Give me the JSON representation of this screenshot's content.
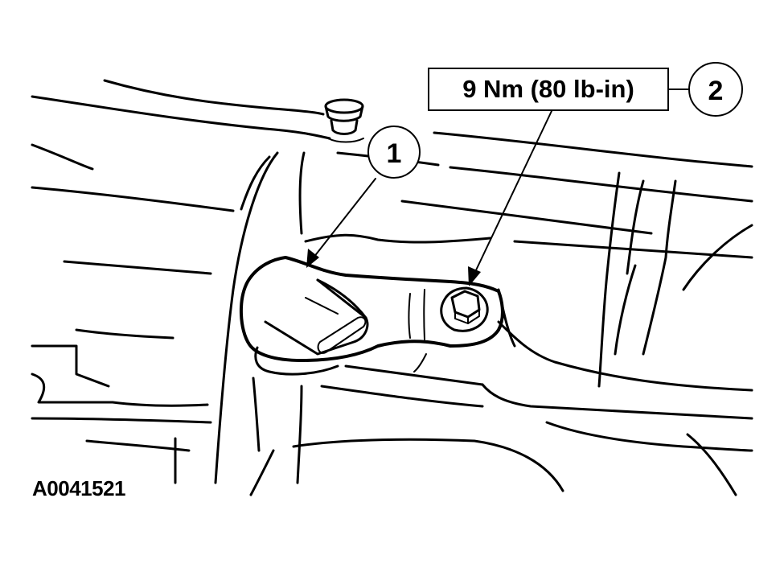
{
  "callouts": [
    {
      "number": "1"
    },
    {
      "number": "2"
    }
  ],
  "torque_spec": "9 Nm (80 lb-in)",
  "figure_id": "A0041521"
}
